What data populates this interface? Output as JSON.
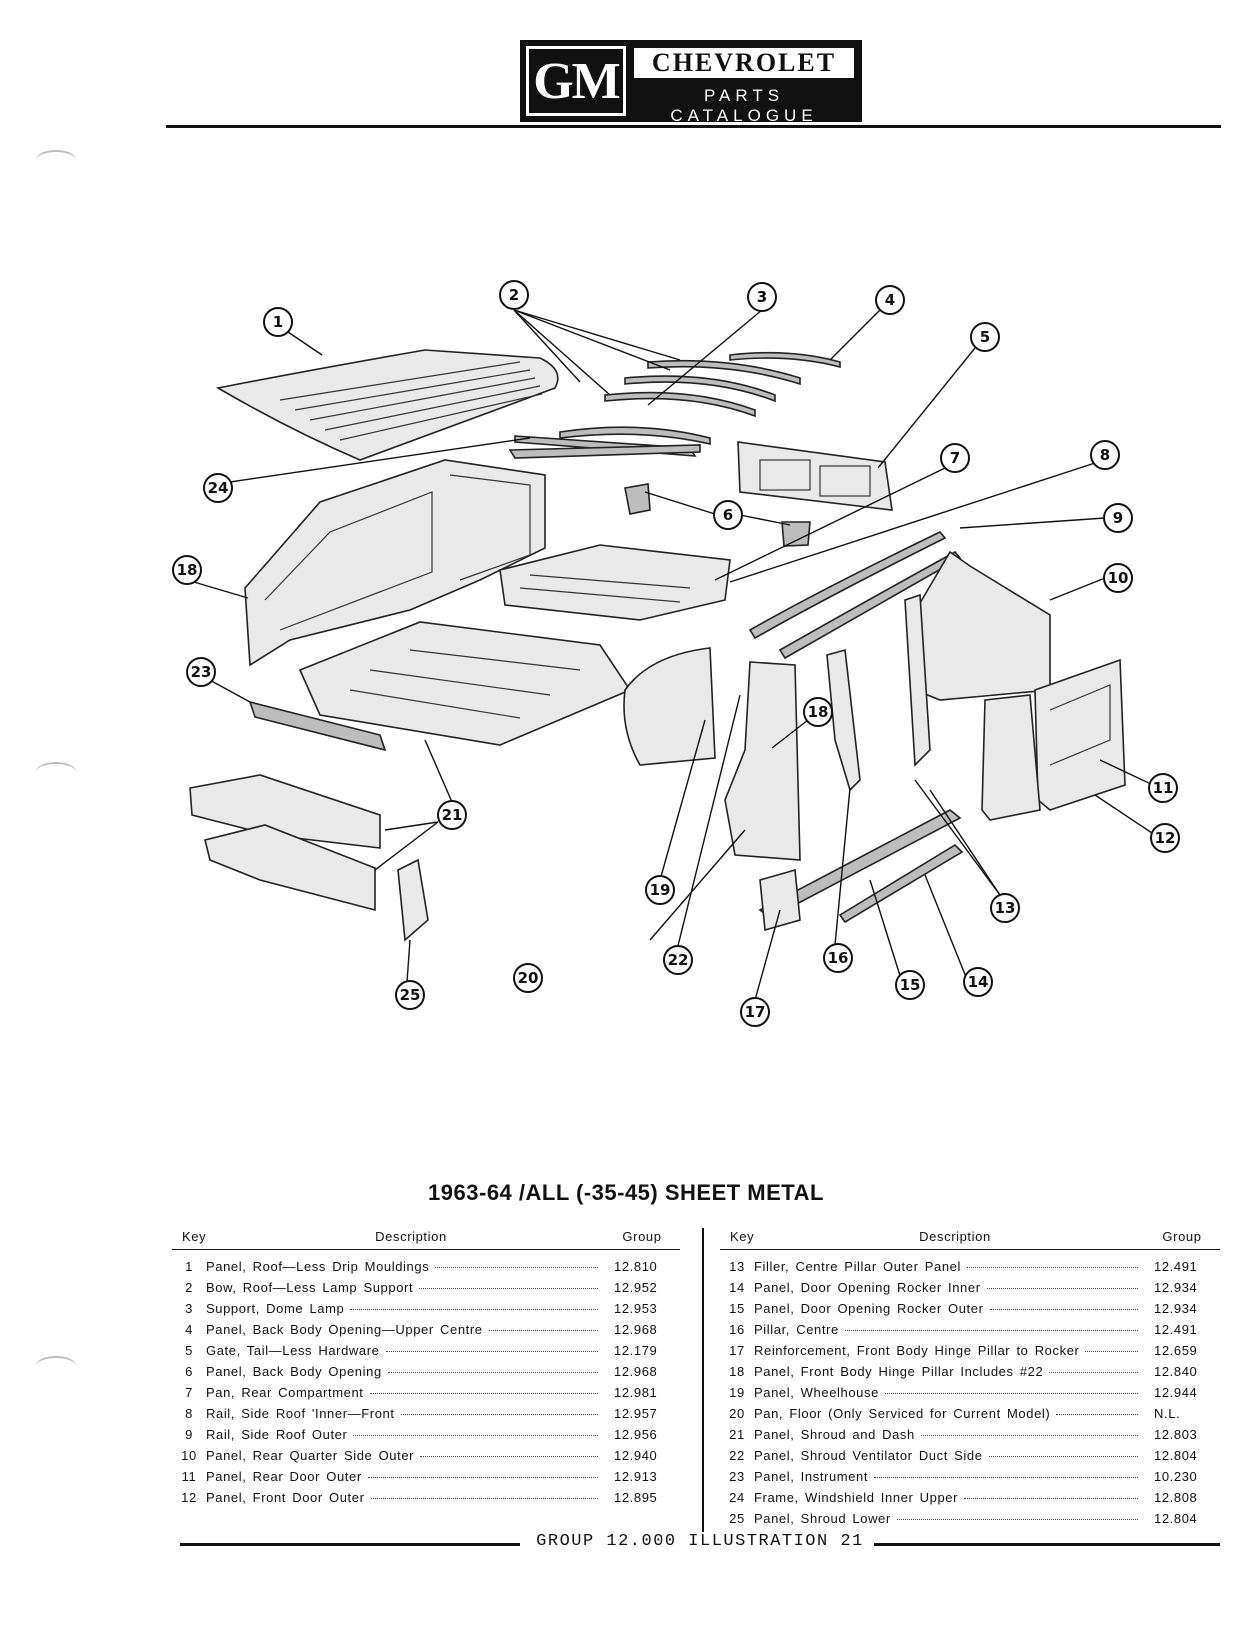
{
  "header": {
    "logo_mark": "GM",
    "brand": "CHEVROLET",
    "subtitle": "PARTS CATALOGUE"
  },
  "illustration": {
    "callouts": [
      "1",
      "2",
      "3",
      "4",
      "5",
      "6",
      "7",
      "8",
      "9",
      "10",
      "11",
      "12",
      "13",
      "14",
      "15",
      "16",
      "17",
      "18",
      "18",
      "19",
      "20",
      "21",
      "22",
      "23",
      "24",
      "25"
    ]
  },
  "table": {
    "title": "1963-64 /ALL (-35-45) SHEET METAL",
    "headers": {
      "key": "Key",
      "description": "Description",
      "group": "Group"
    },
    "left_rows": [
      {
        "key": "1",
        "desc": "Panel, Roof—Less Drip Mouldings",
        "group": "12.810"
      },
      {
        "key": "2",
        "desc": "Bow, Roof—Less Lamp Support",
        "group": "12.952"
      },
      {
        "key": "3",
        "desc": "Support, Dome Lamp",
        "group": "12.953"
      },
      {
        "key": "4",
        "desc": "Panel, Back Body Opening—Upper Centre",
        "group": "12.968"
      },
      {
        "key": "5",
        "desc": "Gate, Tail—Less Hardware",
        "group": "12.179"
      },
      {
        "key": "6",
        "desc": "Panel, Back Body Opening",
        "group": "12.968"
      },
      {
        "key": "7",
        "desc": "Pan, Rear Compartment",
        "group": "12.981"
      },
      {
        "key": "8",
        "desc": "Rail, Side Roof 'Inner—Front",
        "group": "12.957"
      },
      {
        "key": "9",
        "desc": "Rail, Side Roof Outer",
        "group": "12.956"
      },
      {
        "key": "10",
        "desc": "Panel, Rear Quarter Side Outer",
        "group": "12.940"
      },
      {
        "key": "11",
        "desc": "Panel, Rear Door Outer",
        "group": "12.913"
      },
      {
        "key": "12",
        "desc": "Panel, Front Door Outer",
        "group": "12.895"
      }
    ],
    "right_rows": [
      {
        "key": "13",
        "desc": "Filler, Centre Pillar Outer Panel",
        "group": "12.491"
      },
      {
        "key": "14",
        "desc": "Panel, Door Opening Rocker Inner",
        "group": "12.934"
      },
      {
        "key": "15",
        "desc": "Panel, Door Opening Rocker Outer",
        "group": "12.934"
      },
      {
        "key": "16",
        "desc": "Pillar, Centre",
        "group": "12.491"
      },
      {
        "key": "17",
        "desc": "Reinforcement, Front Body Hinge Pillar to Rocker",
        "group": "12.659"
      },
      {
        "key": "18",
        "desc": "Panel, Front Body Hinge Pillar Includes #22",
        "group": "12.840"
      },
      {
        "key": "19",
        "desc": "Panel, Wheelhouse",
        "group": "12.944"
      },
      {
        "key": "20",
        "desc": "Pan, Floor (Only Serviced for Current Model)",
        "group": "N.L."
      },
      {
        "key": "21",
        "desc": "Panel, Shroud and Dash",
        "group": "12.803"
      },
      {
        "key": "22",
        "desc": "Panel, Shroud Ventilator Duct Side",
        "group": "12.804"
      },
      {
        "key": "23",
        "desc": "Panel, Instrument",
        "group": "10.230"
      },
      {
        "key": "24",
        "desc": "Frame, Windshield Inner Upper",
        "group": "12.808"
      },
      {
        "key": "25",
        "desc": "Panel, Shroud Lower",
        "group": "12.804"
      }
    ]
  },
  "footer": {
    "text": "GROUP 12.000 ILLUSTRATION 21"
  }
}
